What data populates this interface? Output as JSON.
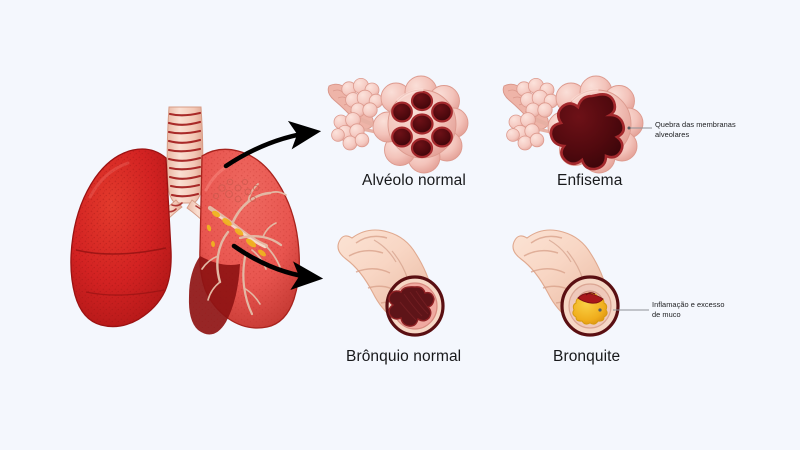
{
  "figure": {
    "background_color": "#f4f7fd",
    "language": "pt-BR",
    "subject": "Comparacao entre pulmao saudavel, alveolo normal, enfisema, bronquio normal e bronquite"
  },
  "panels": {
    "alveolus_normal": {
      "label": "Alvéolo normal"
    },
    "emphysema": {
      "label": "Enfisema"
    },
    "bronchus_normal": {
      "label": "Brônquio normal"
    },
    "bronchitis": {
      "label": "Bronquite"
    }
  },
  "callouts": {
    "emphysema": {
      "text": "Quebra das membranas\nalveolares"
    },
    "bronchitis": {
      "text": "Inflamação e excesso\nde muco"
    }
  },
  "colors": {
    "background": "#f4f7fd",
    "label_text": "#18191b",
    "callout_text": "#1b1c1e",
    "leader_line": "#8e9196",
    "arrow": "#000000",
    "lung_healthy": "#d32222",
    "lung_healthy_dark": "#b01717",
    "lung_affected": "#e8554f",
    "lung_affected_dark": "#8e1414",
    "trachea_pink": "#f6cfc0",
    "cartilage_ring": "#a31c1c",
    "alveoli_pink": "#f2bdb4",
    "alveoli_pink_light": "#f8d7cf",
    "alveoli_cavity": "#4e0a0f",
    "cavity_rim": "#a3282c",
    "bronchus_outer": "#f7d9c8",
    "bronchus_wall": "#5a0f12",
    "bronchus_lumen": "#6e1a1e",
    "mucus_yellow": "#f2b521",
    "inflammation_red": "#b8191c"
  }
}
